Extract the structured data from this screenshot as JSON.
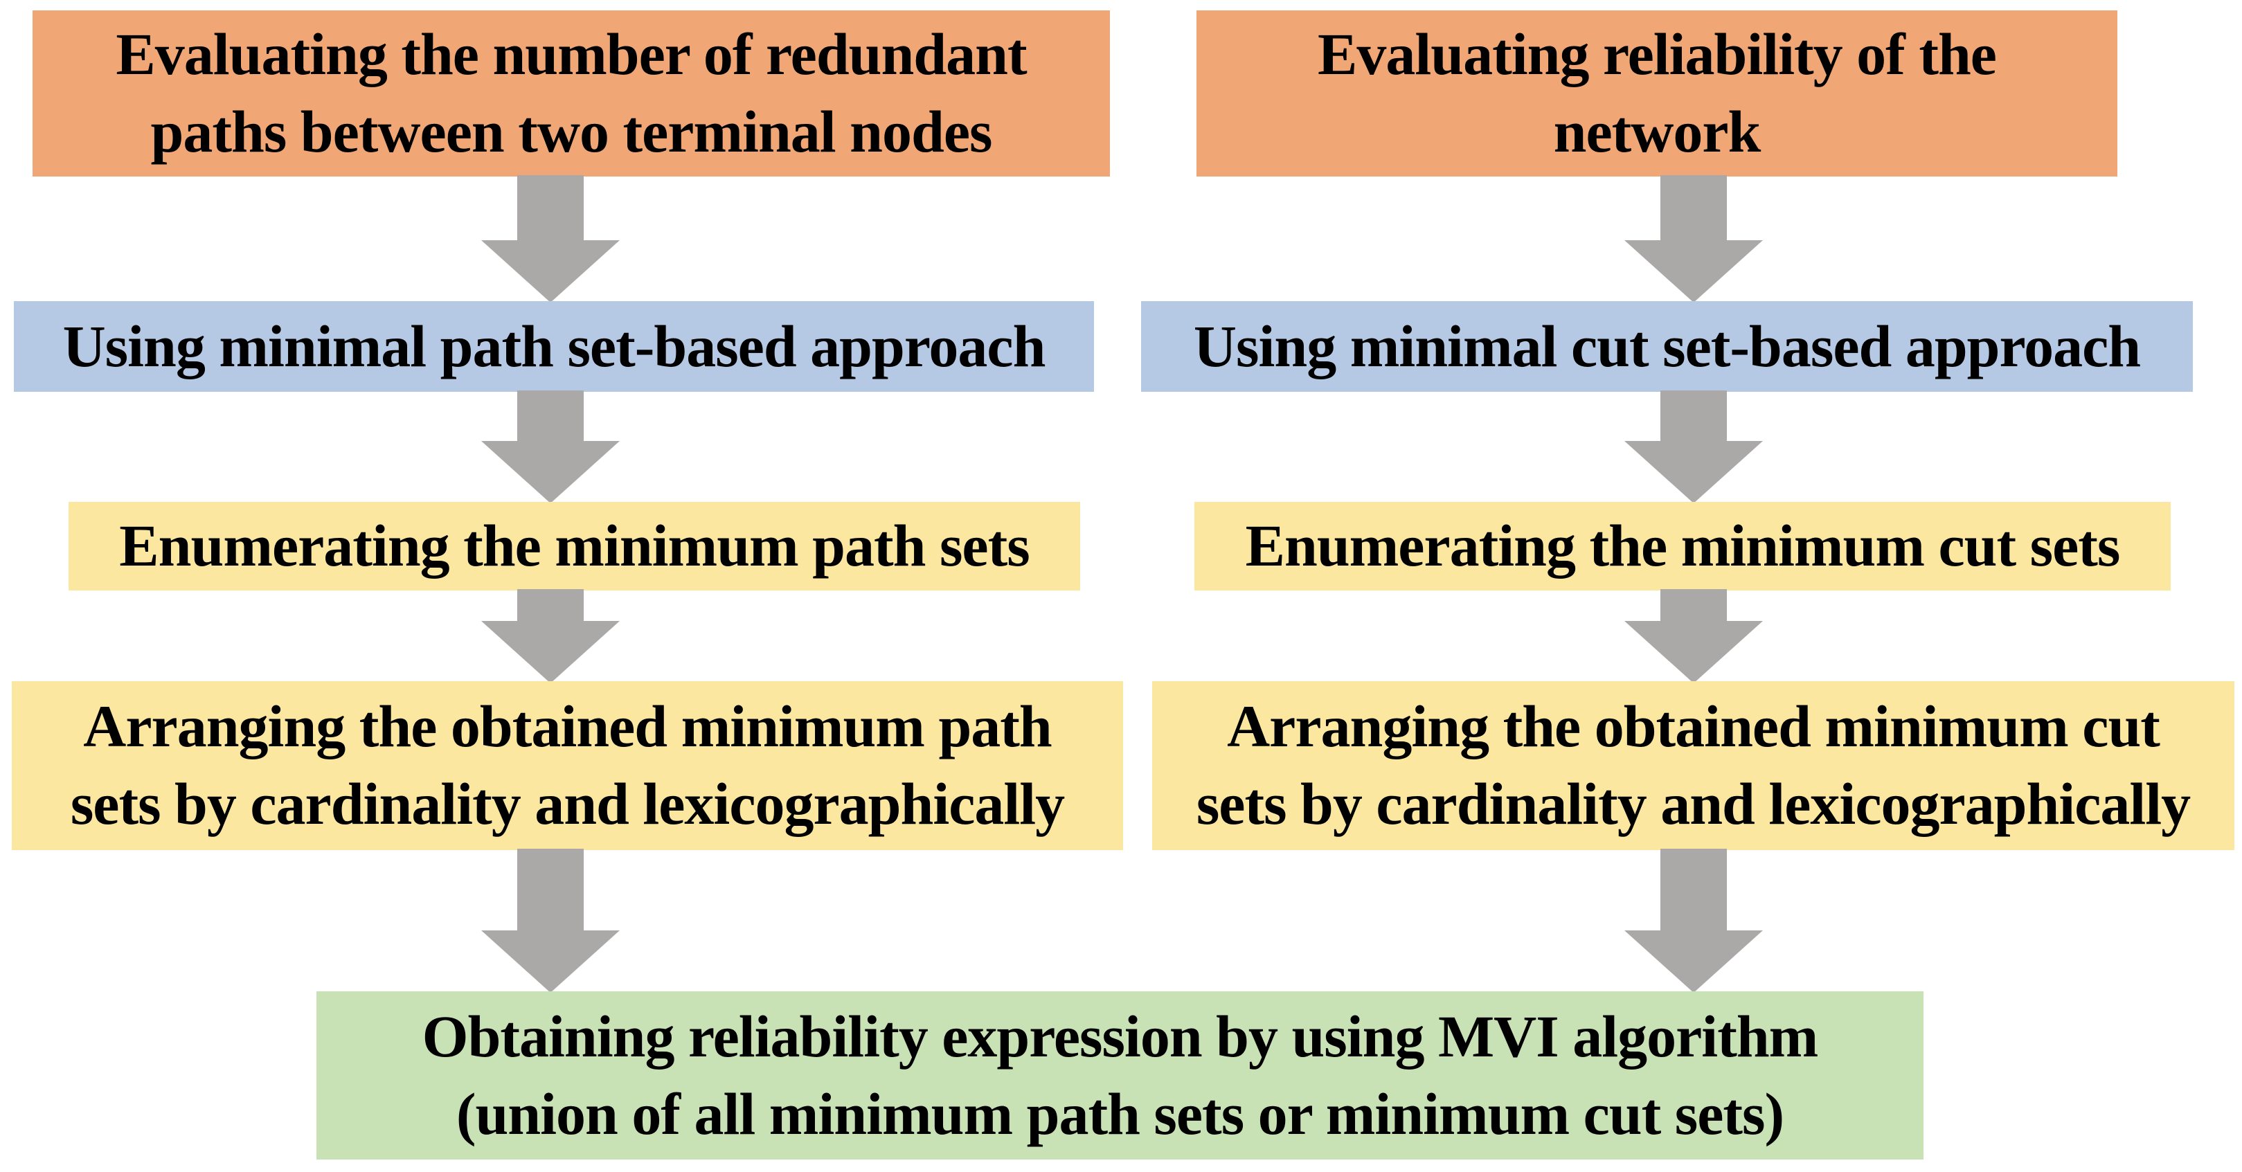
{
  "flowchart": {
    "colors": {
      "start": "#F1A775",
      "approach": "#B6C9E4",
      "process": "#FCE7A0",
      "final": "#C8E1B5",
      "arrow": "#ABA8A8",
      "text": "#000000"
    },
    "left_column": {
      "step1": {
        "lines": [
          "Evaluating the number of redundant",
          "paths between two terminal nodes"
        ]
      },
      "step2": {
        "lines": [
          "Using minimal path set-based approach"
        ]
      },
      "step3": {
        "lines": [
          "Enumerating the minimum path sets"
        ]
      },
      "step4": {
        "lines": [
          "Arranging the obtained minimum path",
          "sets by cardinality and lexicographically"
        ]
      }
    },
    "right_column": {
      "step1": {
        "lines": [
          "Evaluating reliability of the",
          "network"
        ]
      },
      "step2": {
        "lines": [
          "Using minimal cut set-based approach"
        ]
      },
      "step3": {
        "lines": [
          "Enumerating the minimum cut sets"
        ]
      },
      "step4": {
        "lines": [
          "Arranging the obtained minimum cut",
          "sets by cardinality and lexicographically"
        ]
      }
    },
    "final_step": {
      "lines": [
        "Obtaining reliability expression by using MVI algorithm",
        "(union of all minimum path sets or minimum cut sets)"
      ]
    }
  }
}
